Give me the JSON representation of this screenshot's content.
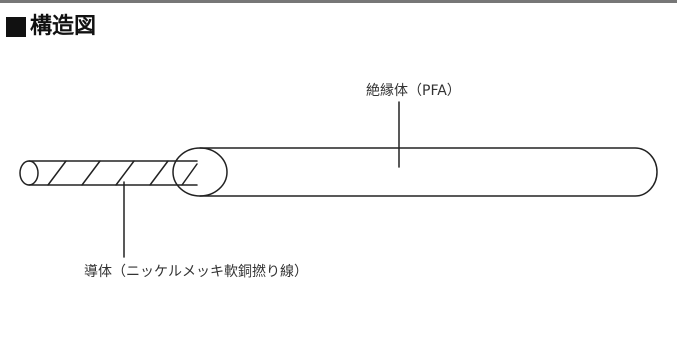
{
  "heading": {
    "square_icon": "black-square-icon",
    "title": "構造図"
  },
  "diagram": {
    "insulation_label": "絶縁体（PFA）",
    "conductor_label": "導体（ニッケルメッキ軟銅撚り線）",
    "line_color": "#222222"
  }
}
